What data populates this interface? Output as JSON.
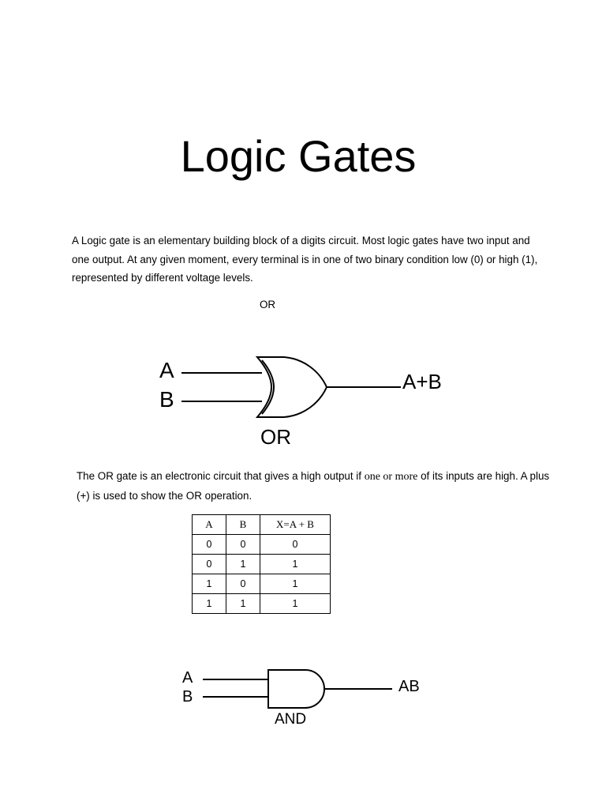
{
  "page": {
    "title": "Logic Gates",
    "intro": "A Logic gate is an elementary building block of a digits circuit. Most logic gates have two input and one output. At any given moment, every terminal is in one of two binary condition low (0) or high (1), represented by different voltage levels."
  },
  "or_section": {
    "label": "OR",
    "diagram": {
      "input_a": "A",
      "input_b": "B",
      "output": "A+B",
      "gate_name": "OR"
    },
    "description_part1": "The OR gate is an electronic circuit that gives a high output  if ",
    "description_part2": "one or more",
    "description_part3": " of its inputs are high. A plus (+) is used to show the OR operation.",
    "truth_table": {
      "headers": [
        "A",
        "B",
        "X=A + B"
      ],
      "rows": [
        [
          "0",
          "0",
          "0"
        ],
        [
          "0",
          "1",
          "1"
        ],
        [
          "1",
          "0",
          "1"
        ],
        [
          "1",
          "1",
          "1"
        ]
      ]
    }
  },
  "and_section": {
    "diagram": {
      "input_a": "A",
      "input_b": "B",
      "output": "AB",
      "gate_name": "AND"
    }
  }
}
